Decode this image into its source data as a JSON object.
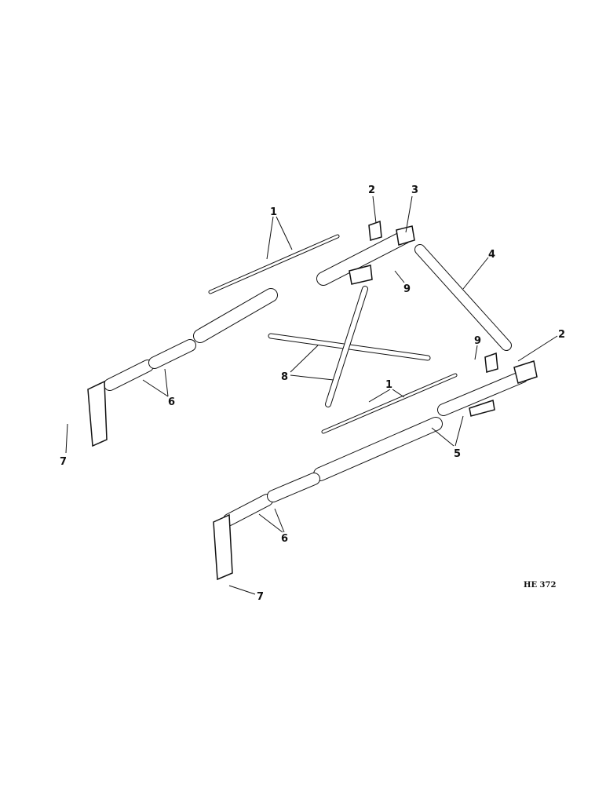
{
  "callouts": {
    "c1a": "1",
    "c2a": "2",
    "c3": "3",
    "c4": "4",
    "c9a": "9",
    "c9b": "9",
    "c2b": "2",
    "c8": "8",
    "c1b": "1",
    "c6a": "6",
    "c7a": "7",
    "c5": "5",
    "c6b": "6",
    "c7b": "7"
  },
  "figure_code": "HE 372"
}
